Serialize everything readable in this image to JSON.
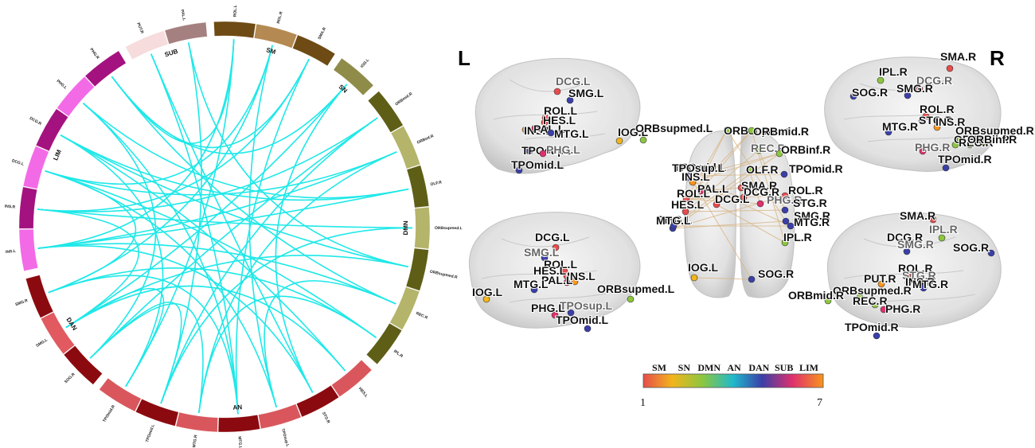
{
  "chord": {
    "groups": [
      {
        "label": "SM",
        "segments": [
          {
            "label": "ROL.L",
            "color": "#6e4b14"
          },
          {
            "label": "ROL.R",
            "color": "#b48a52"
          },
          {
            "label": "SMA.R",
            "color": "#6e4b14"
          }
        ]
      },
      {
        "label": "SN",
        "segments": [
          {
            "label": "IOG.L",
            "color": "#8f8c4a"
          }
        ]
      },
      {
        "label": "DMN",
        "segments": [
          {
            "label": "ORBmid.R",
            "color": "#5e5e16"
          },
          {
            "label": "ORBinf.R",
            "color": "#b4b46a"
          },
          {
            "label": "OLF.R",
            "color": "#5e5e16"
          },
          {
            "label": "ORBsupmed.L",
            "color": "#b4b46a"
          },
          {
            "label": "ORBsupmed.R",
            "color": "#5e5e16"
          },
          {
            "label": "REC.R",
            "color": "#b4b46a"
          },
          {
            "label": "IPL.R",
            "color": "#5e5e16"
          }
        ]
      },
      {
        "label": "AN",
        "segments": [
          {
            "label": "HES.L",
            "color": "#d9575c"
          },
          {
            "label": "STG.R",
            "color": "#8b0a0f"
          },
          {
            "label": "TPOsup.L",
            "color": "#d9575c"
          },
          {
            "label": "MTG.L",
            "color": "#8b0a0f"
          },
          {
            "label": "MTG.R",
            "color": "#d9575c"
          },
          {
            "label": "TPOmid.L",
            "color": "#8b0a0f"
          },
          {
            "label": "TPOmid.R",
            "color": "#d9575c"
          }
        ]
      },
      {
        "label": "DAN",
        "segments": [
          {
            "label": "SOG.R",
            "color": "#8b0a0f"
          },
          {
            "label": "SMG.L",
            "color": "#e05a60"
          },
          {
            "label": "SMG.R",
            "color": "#8b0a0f"
          }
        ]
      },
      {
        "label": "LIM",
        "segments": [
          {
            "label": "INS.L",
            "color": "#f36ae6"
          },
          {
            "label": "INS.R",
            "color": "#a3127f"
          },
          {
            "label": "DCG.L",
            "color": "#f36ae6"
          },
          {
            "label": "DCG.R",
            "color": "#a3127f"
          },
          {
            "label": "PHG.L",
            "color": "#f36ae6"
          },
          {
            "label": "PHG.R",
            "color": "#a3127f"
          }
        ]
      },
      {
        "label": "SUB",
        "segments": [
          {
            "label": "PUT.R",
            "color": "#f6dcdc"
          },
          {
            "label": "PAL.L",
            "color": "#a58080"
          }
        ]
      }
    ],
    "link_color": "#1fe8e8",
    "links": [
      [
        "ROL.L",
        "INS.L"
      ],
      [
        "ROL.L",
        "TPOmid.R"
      ],
      [
        "ROL.R",
        "DCG.L"
      ],
      [
        "ROL.R",
        "SMG.R"
      ],
      [
        "SMA.R",
        "MTG.L"
      ],
      [
        "SMA.R",
        "INS.R"
      ],
      [
        "IOG.L",
        "PHG.R"
      ],
      [
        "IOG.L",
        "STG.R"
      ],
      [
        "ORBmid.R",
        "INS.R"
      ],
      [
        "ORBmid.R",
        "SOG.R"
      ],
      [
        "ORBinf.R",
        "DCG.L"
      ],
      [
        "ORBinf.R",
        "MTG.R"
      ],
      [
        "OLF.R",
        "INS.L"
      ],
      [
        "OLF.R",
        "PHG.L"
      ],
      [
        "ORBsupmed.L",
        "INS.R"
      ],
      [
        "ORBsupmed.L",
        "TPOmid.L"
      ],
      [
        "ORBsupmed.R",
        "DCG.R"
      ],
      [
        "ORBsupmed.R",
        "SMG.L"
      ],
      [
        "REC.R",
        "PHG.R"
      ],
      [
        "REC.R",
        "TPOsup.L"
      ],
      [
        "IPL.R",
        "SMG.R"
      ],
      [
        "IPL.R",
        "MTG.R"
      ],
      [
        "HES.L",
        "DCG.R"
      ],
      [
        "HES.L",
        "SMG.L"
      ],
      [
        "STG.R",
        "INS.L"
      ],
      [
        "STG.R",
        "PUT.R"
      ],
      [
        "TPOsup.L",
        "DCG.L"
      ],
      [
        "MTG.L",
        "SMG.R"
      ],
      [
        "MTG.L",
        "PHG.L"
      ],
      [
        "MTG.R",
        "SOG.R"
      ],
      [
        "TPOmid.L",
        "PAL.L"
      ],
      [
        "TPOmid.L",
        "SOG.R"
      ],
      [
        "TPOmid.R",
        "SMG.L"
      ],
      [
        "TPOmid.R",
        "DCG.R"
      ],
      [
        "SOG.R",
        "PHG.L"
      ],
      [
        "SMG.L",
        "INS.R"
      ],
      [
        "SMG.R",
        "DCG.L"
      ],
      [
        "INS.L",
        "ORBinf.R"
      ],
      [
        "PHG.R",
        "ROL.L"
      ],
      [
        "PUT.R",
        "MTG.L"
      ],
      [
        "PAL.L",
        "ORBsupmed.R"
      ],
      [
        "DCG.R",
        "OLF.R"
      ],
      [
        "ROL.R",
        "TPOsup.L"
      ],
      [
        "SMA.R",
        "PHG.R"
      ],
      [
        "IOG.L",
        "SMG.L"
      ],
      [
        "ORBmid.R",
        "TPOmid.L"
      ],
      [
        "REC.R",
        "INS.L"
      ],
      [
        "IPL.R",
        "DCG.L"
      ]
    ]
  },
  "brain": {
    "left_letter": "L",
    "right_letter": "R",
    "views": {
      "left_upper": [
        {
          "t": "DCG.L",
          "c": "#e74c4c",
          "lbl": "grey"
        },
        {
          "t": "SMG.L",
          "c": "#3b3fa8"
        },
        {
          "t": "ROL.L",
          "c": "#e74c4c"
        },
        {
          "t": "HES.L",
          "c": "#e74c4c"
        },
        {
          "t": "INS.L",
          "c": "#f7941d"
        },
        {
          "t": "PAL.L",
          "c": "#e0306e"
        },
        {
          "t": "MTG.L",
          "c": "#3b3fa8"
        },
        {
          "t": "IOG.L",
          "c": "#f2b51b"
        },
        {
          "t": "ORBsupmed.L",
          "c": "#8cc63f"
        },
        {
          "t": "TPOsup.L",
          "c": "#3b3fa8"
        },
        {
          "t": "PHG.L",
          "c": "#e0306e",
          "lbl": "grey"
        },
        {
          "t": "TPOmid.L",
          "c": "#3b3fa8"
        }
      ],
      "right_upper": [
        {
          "t": "SMA.R",
          "c": "#e74c4c"
        },
        {
          "t": "IPL.R",
          "c": "#8cc63f"
        },
        {
          "t": "DCG.R",
          "c": "#e74c4c",
          "lbl": "grey"
        },
        {
          "t": "SOG.R",
          "c": "#3b3fa8"
        },
        {
          "t": "SMG.R",
          "c": "#3b3fa8"
        },
        {
          "t": "ROL.R",
          "c": "#e74c4c"
        },
        {
          "t": "STG.R",
          "c": "#3b3fa8"
        },
        {
          "t": "MTG.R",
          "c": "#3b3fa8"
        },
        {
          "t": "INS.R",
          "c": "#f7941d"
        },
        {
          "t": "ORBsupmed.R",
          "c": "#8cc63f"
        },
        {
          "t": "ORBmid.R",
          "c": "#8cc63f"
        },
        {
          "t": "REC.R",
          "c": "#8cc63f"
        },
        {
          "t": "ORBinf.R",
          "c": "#8cc63f"
        },
        {
          "t": "PHG.R",
          "c": "#e0306e",
          "lbl": "grey"
        },
        {
          "t": "TPOmid.R",
          "c": "#3b3fa8"
        }
      ],
      "top": [
        {
          "t": "ORBsupmed.L",
          "c": "#8cc63f"
        },
        {
          "t": "ORBmid.R",
          "c": "#8cc63f"
        },
        {
          "t": "REC.R",
          "c": "#8cc63f",
          "lbl": "grey"
        },
        {
          "t": "ORBinf.R",
          "c": "#8cc63f"
        },
        {
          "t": "OLF.R",
          "c": "#8cc63f"
        },
        {
          "t": "TPOmid.R",
          "c": "#3b3fa8"
        },
        {
          "t": "TPOmid.L",
          "c": "#3b3fa8"
        },
        {
          "t": "TPOsup.L",
          "c": "#3b3fa8"
        },
        {
          "t": "INS.L",
          "c": "#f7941d"
        },
        {
          "t": "PAL.L",
          "c": "#e0306e"
        },
        {
          "t": "SMA.R",
          "c": "#e74c4c"
        },
        {
          "t": "ROL.L",
          "c": "#e74c4c"
        },
        {
          "t": "DCG.R",
          "c": "#e74c4c"
        },
        {
          "t": "ROL.R",
          "c": "#e74c4c"
        },
        {
          "t": "HES.L",
          "c": "#e74c4c"
        },
        {
          "t": "DCG.L",
          "c": "#e74c4c"
        },
        {
          "t": "PHG.R",
          "c": "#e0306e",
          "lbl": "grey"
        },
        {
          "t": "STG.R",
          "c": "#3b3fa8"
        },
        {
          "t": "SMG.L",
          "c": "#3b3fa8"
        },
        {
          "t": "MTG.L",
          "c": "#3b3fa8"
        },
        {
          "t": "SMG.R",
          "c": "#3b3fa8"
        },
        {
          "t": "MTG.R",
          "c": "#3b3fa8"
        },
        {
          "t": "IPL.R",
          "c": "#8cc63f"
        },
        {
          "t": "IOG.L",
          "c": "#f2b51b"
        },
        {
          "t": "SOG.R",
          "c": "#3b3fa8"
        }
      ],
      "left_lower": [
        {
          "t": "DCG.L",
          "c": "#e74c4c"
        },
        {
          "t": "SMG.L",
          "c": "#3b3fa8",
          "lbl": "grey"
        },
        {
          "t": "ROL.L",
          "c": "#e74c4c"
        },
        {
          "t": "HES.L",
          "c": "#e74c4c"
        },
        {
          "t": "INS.L",
          "c": "#f7941d"
        },
        {
          "t": "PAL.L",
          "c": "#e0306e"
        },
        {
          "t": "MTG.L",
          "c": "#3b3fa8"
        },
        {
          "t": "ORBsupmed.L",
          "c": "#8cc63f"
        },
        {
          "t": "IOG.L",
          "c": "#f2b51b"
        },
        {
          "t": "PHG.L",
          "c": "#e0306e"
        },
        {
          "t": "TPOsup.L",
          "c": "#3b3fa8",
          "lbl": "grey"
        },
        {
          "t": "TPOmid.L",
          "c": "#3b3fa8"
        }
      ],
      "right_lower": [
        {
          "t": "SMA.R",
          "c": "#e74c4c"
        },
        {
          "t": "IPL.R",
          "c": "#8cc63f",
          "lbl": "grey"
        },
        {
          "t": "DCG.R",
          "c": "#e74c4c"
        },
        {
          "t": "SMG.R",
          "c": "#3b3fa8",
          "lbl": "grey"
        },
        {
          "t": "SOG.R",
          "c": "#3b3fa8"
        },
        {
          "t": "ROL.R",
          "c": "#e74c4c"
        },
        {
          "t": "STG.R",
          "c": "#3b3fa8",
          "lbl": "grey"
        },
        {
          "t": "PUT.R",
          "c": "#f7941d"
        },
        {
          "t": "INS.R",
          "c": "#f7941d"
        },
        {
          "t": "MTG.R",
          "c": "#3b3fa8"
        },
        {
          "t": "ORBsupmed.R",
          "c": "#8cc63f"
        },
        {
          "t": "ORBmid.R",
          "c": "#8cc63f"
        },
        {
          "t": "REC.R",
          "c": "#8cc63f"
        },
        {
          "t": "PHG.R",
          "c": "#e0306e"
        },
        {
          "t": "TPOmid.R",
          "c": "#3b3fa8"
        }
      ]
    }
  },
  "legend": {
    "networks": [
      {
        "label": "SM",
        "color": "#e74c4c"
      },
      {
        "label": "SN",
        "color": "#f2b51b"
      },
      {
        "label": "DMN",
        "color": "#8cc63f"
      },
      {
        "label": "AN",
        "color": "#1fb9cc"
      },
      {
        "label": "DAN",
        "color": "#3b3fa8"
      },
      {
        "label": "SUB",
        "color": "#e0306e"
      },
      {
        "label": "LIM",
        "color": "#f7941d"
      }
    ],
    "min": "1",
    "max": "7"
  }
}
